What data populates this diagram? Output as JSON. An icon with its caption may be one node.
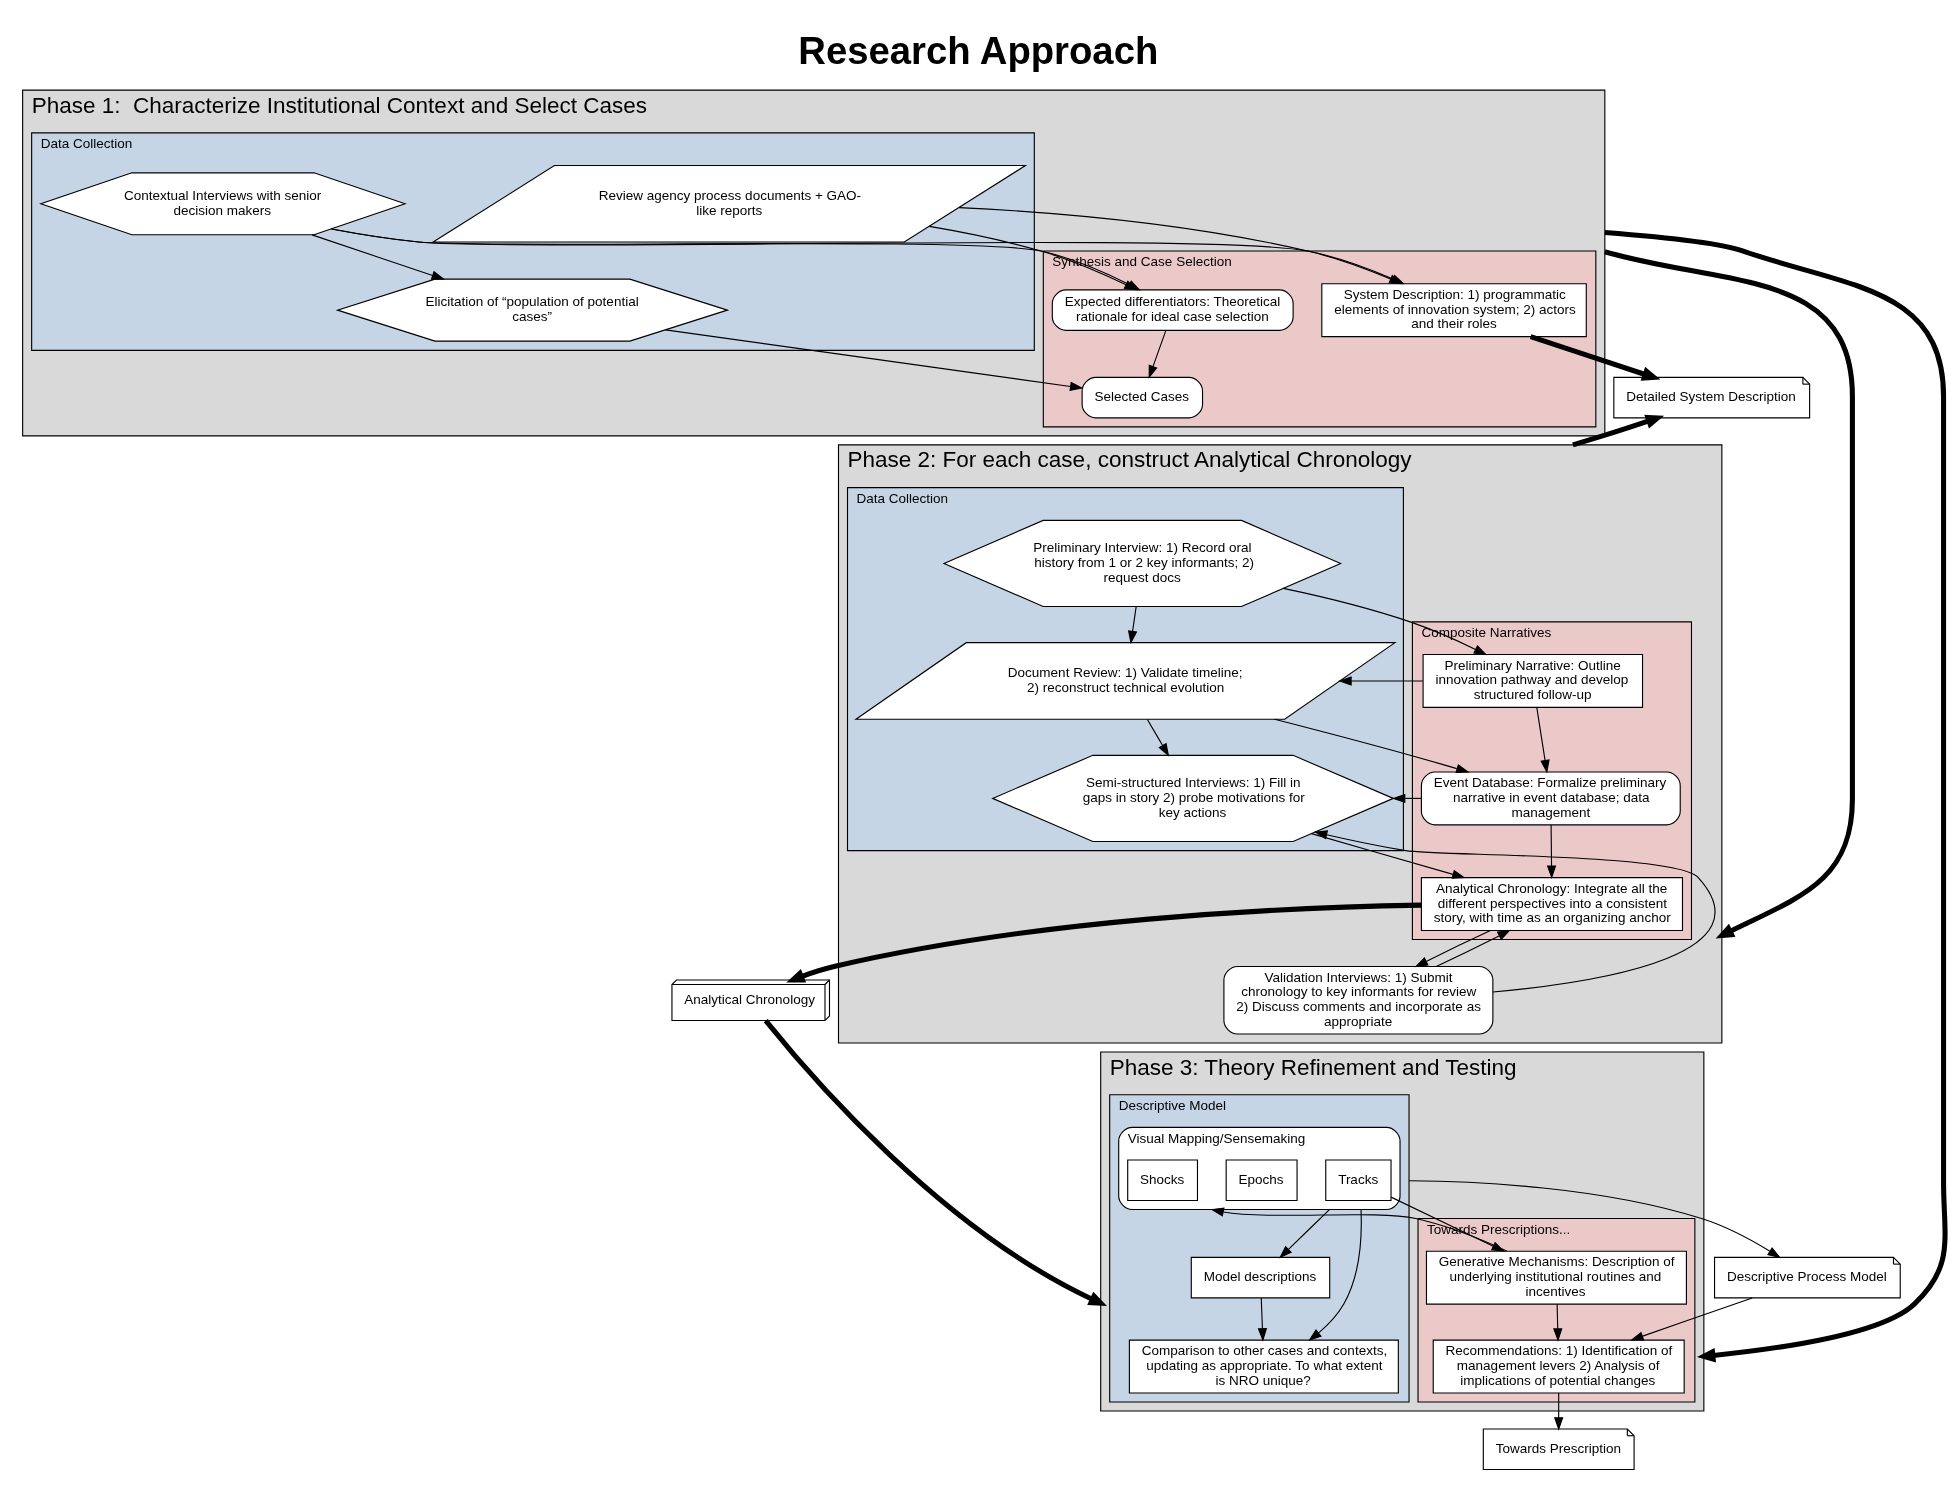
{
  "diagram": {
    "title": "Research Approach",
    "nodes": [
      {
        "text": [
          "Phase 1:  Characterize Institutional Context and Select Cases"
        ]
      },
      {
        "text": [
          "Data Collection"
        ],
        "in": 0
      },
      {
        "text": [
          "Synthesis and Case Selection"
        ],
        "in": 0
      },
      {
        "text": [
          "Review agency process documents + GAO-like reports"
        ],
        "in": 1
      },
      {
        "text": [
          "Contextual Interviews with senior decision makers"
        ],
        "in": 1
      },
      {
        "text": [
          "Elicitation of “population of potential cases”"
        ],
        "in": 1
      },
      {
        "text": [
          "System Description: 1) programmatic elements of innovation system; 2) actors and their roles"
        ],
        "in": 2
      },
      {
        "text": [
          "Expected differentiators: Theoretical rationale for ideal case selection"
        ],
        "in": 2
      },
      {
        "text": [
          "Selected Cases"
        ],
        "in": 2
      },
      {
        "text": [
          "Detailed System Description"
        ]
      },
      {
        "text": [
          "Phase 2: For each case, construct Analytical Chronology"
        ]
      },
      {
        "text": [
          "Data Collection"
        ],
        "in": 10
      },
      {
        "text": [
          "Composite Narratives"
        ],
        "in": 10
      },
      {
        "text": [
          "Preliminary Interview: 1) Record oral history from 1 or 2 key informants; 2) request docs"
        ],
        "in": 11
      },
      {
        "text": [
          "Document Review: 1) Validate timeline; 2) reconstruct technical evolution"
        ],
        "in": 11
      },
      {
        "text": [
          "Semi-structured Interviews: 1) Fill in gaps in story 2) probe motivations for key actions"
        ],
        "in": 11
      },
      {
        "text": [
          "Preliminary Narrative: Outline innovation pathway and develop structured follow-up"
        ],
        "in": 12
      },
      {
        "text": [
          "Event Database: Formalize preliminary narrative in event database; data management"
        ],
        "in": 12
      },
      {
        "text": [
          "Analytical Chronology: Integrate all the different perspectives into a consistent story, with time as an organizing anchor"
        ],
        "in": 12
      },
      {
        "text": [
          "Validation Interviews: 1) Submit chronology to key informants for review 2) Discuss comments and incorporate as appropriate"
        ],
        "in": 10
      },
      {
        "text": [
          "Analytical Chronology"
        ]
      },
      {
        "text": [
          "Phase 3: Theory Refinement and Testing"
        ]
      },
      {
        "text": [
          "Descriptive Model"
        ],
        "in": 21
      },
      {
        "text": [
          "Towards Prescriptions..."
        ],
        "in": 21
      },
      {
        "text": [
          "Visual Mapping/Sensemaking"
        ],
        "in": 22
      },
      {
        "text": [
          "Tracks"
        ],
        "in": 24
      },
      {
        "text": [
          "Epochs"
        ],
        "in": 24
      },
      {
        "text": [
          "Shocks"
        ],
        "in": 24
      },
      {
        "text": [
          "Model descriptions"
        ],
        "in": 22
      },
      {
        "text": [
          "Comparison to other cases and contexts, updating as appropriate. To what extent is NRO unique?"
        ],
        "in": 22
      },
      {
        "text": [
          "Generative Mechanisms: Description of underlying institutional routines and incentives"
        ],
        "in": 23
      },
      {
        "text": [
          "Recommendations: 1) Identification of management levers 2) Analysis of implications of potential changes"
        ],
        "in": 23
      },
      {
        "text": [
          "Descriptive Process Model"
        ]
      },
      {
        "text": [
          "Towards Prescription"
        ]
      }
    ],
    "edges": [
      {
        "from": 3,
        "to": 6,
        "arrow": "to"
      },
      {
        "from": 3,
        "to": 7,
        "arrow": "to"
      },
      {
        "from": 4,
        "to": 6,
        "arrow": "to"
      },
      {
        "from": 4,
        "to": 7,
        "arrow": "to"
      },
      {
        "from": 4,
        "to": 5,
        "arrow": "to"
      },
      {
        "from": 5,
        "to": 8,
        "arrow": "to"
      },
      {
        "from": 7,
        "to": 8,
        "arrow": "to"
      },
      {
        "from": 6,
        "to": 9,
        "arrow": "to",
        "style": "thick"
      },
      {
        "from": 10,
        "to": 9,
        "arrow": "to",
        "style": "thick"
      },
      {
        "from": 0,
        "to": 10,
        "arrow": "to",
        "style": "thick"
      },
      {
        "from": 0,
        "to": 21,
        "arrow": "to",
        "style": "thick"
      },
      {
        "from": 13,
        "to": 16,
        "arrow": "to"
      },
      {
        "from": 13,
        "to": 14,
        "arrow": "to"
      },
      {
        "from": 16,
        "to": 14,
        "arrow": "to"
      },
      {
        "from": 16,
        "to": 17,
        "arrow": "to"
      },
      {
        "from": 14,
        "to": 17,
        "arrow": "to"
      },
      {
        "from": 14,
        "to": 15,
        "arrow": "to"
      },
      {
        "from": 17,
        "to": 15,
        "arrow": "to"
      },
      {
        "from": 17,
        "to": 18,
        "arrow": "to"
      },
      {
        "from": 15,
        "to": 18,
        "arrow": "to"
      },
      {
        "from": 18,
        "to": 19,
        "arrow": "to"
      },
      {
        "from": 19,
        "to": 15,
        "arrow": "to"
      },
      {
        "from": 19,
        "to": 18,
        "arrow": "to"
      },
      {
        "from": 18,
        "to": 20,
        "arrow": "to",
        "style": "thick"
      },
      {
        "from": 20,
        "to": 21,
        "arrow": "to",
        "style": "thick"
      },
      {
        "from": 24,
        "to": 28,
        "arrow": "to"
      },
      {
        "from": 24,
        "to": 29,
        "arrow": "to"
      },
      {
        "from": 28,
        "to": 29,
        "arrow": "to"
      },
      {
        "from": 25,
        "to": 30,
        "arrow": "to"
      },
      {
        "from": 30,
        "to": 24,
        "arrow": "to"
      },
      {
        "from": 30,
        "to": 31,
        "arrow": "to"
      },
      {
        "from": 22,
        "to": 32,
        "arrow": "to"
      },
      {
        "from": 32,
        "to": 31,
        "arrow": "to"
      },
      {
        "from": 31,
        "to": 33,
        "arrow": "to"
      }
    ]
  }
}
